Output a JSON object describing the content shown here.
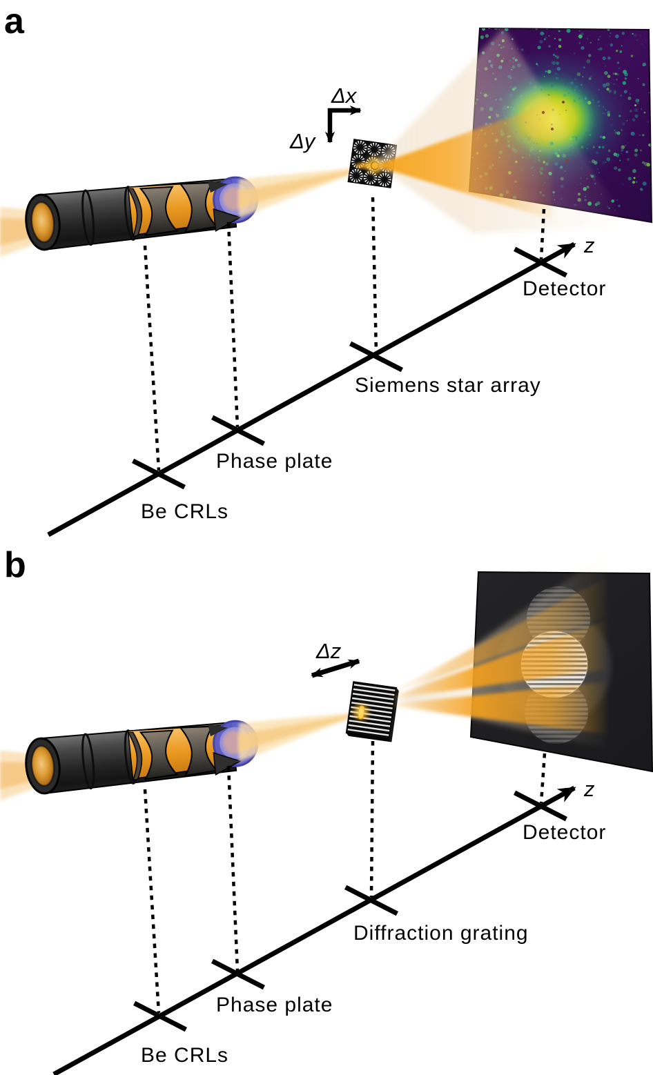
{
  "figure": {
    "panel_a": {
      "letter": "a",
      "delta_x": "Δx",
      "delta_y": "Δy",
      "axis_label": "z",
      "labels": {
        "crls": "Be CRLs",
        "phase_plate": "Phase plate",
        "sample": "Siemens star array",
        "detector": "Detector"
      }
    },
    "panel_b": {
      "letter": "b",
      "delta_z": "Δz",
      "axis_label": "z",
      "labels": {
        "crls": "Be CRLs",
        "phase_plate": "Phase plate",
        "sample": "Diffraction grating",
        "detector": "Detector"
      }
    }
  },
  "colors": {
    "beam_orange": "#f6a21c",
    "beam_pale": "#fadfb2",
    "phase_plate_blue": "#5b5ac6",
    "phase_plate_inner": "#c9a2a8",
    "tube_gray": "#3a3a3a",
    "detector_a_background": "#3a0c57",
    "detector_a_core": "#e8e62c",
    "detector_a_ring_green": "#4ac16d",
    "viridis_speckles": [
      "#2a788e",
      "#22a884",
      "#44bf70",
      "#7ad151"
    ],
    "detector_b_background": "#1e1e20",
    "fringe_light": "#e9e8e4",
    "line_black": "#000000"
  }
}
